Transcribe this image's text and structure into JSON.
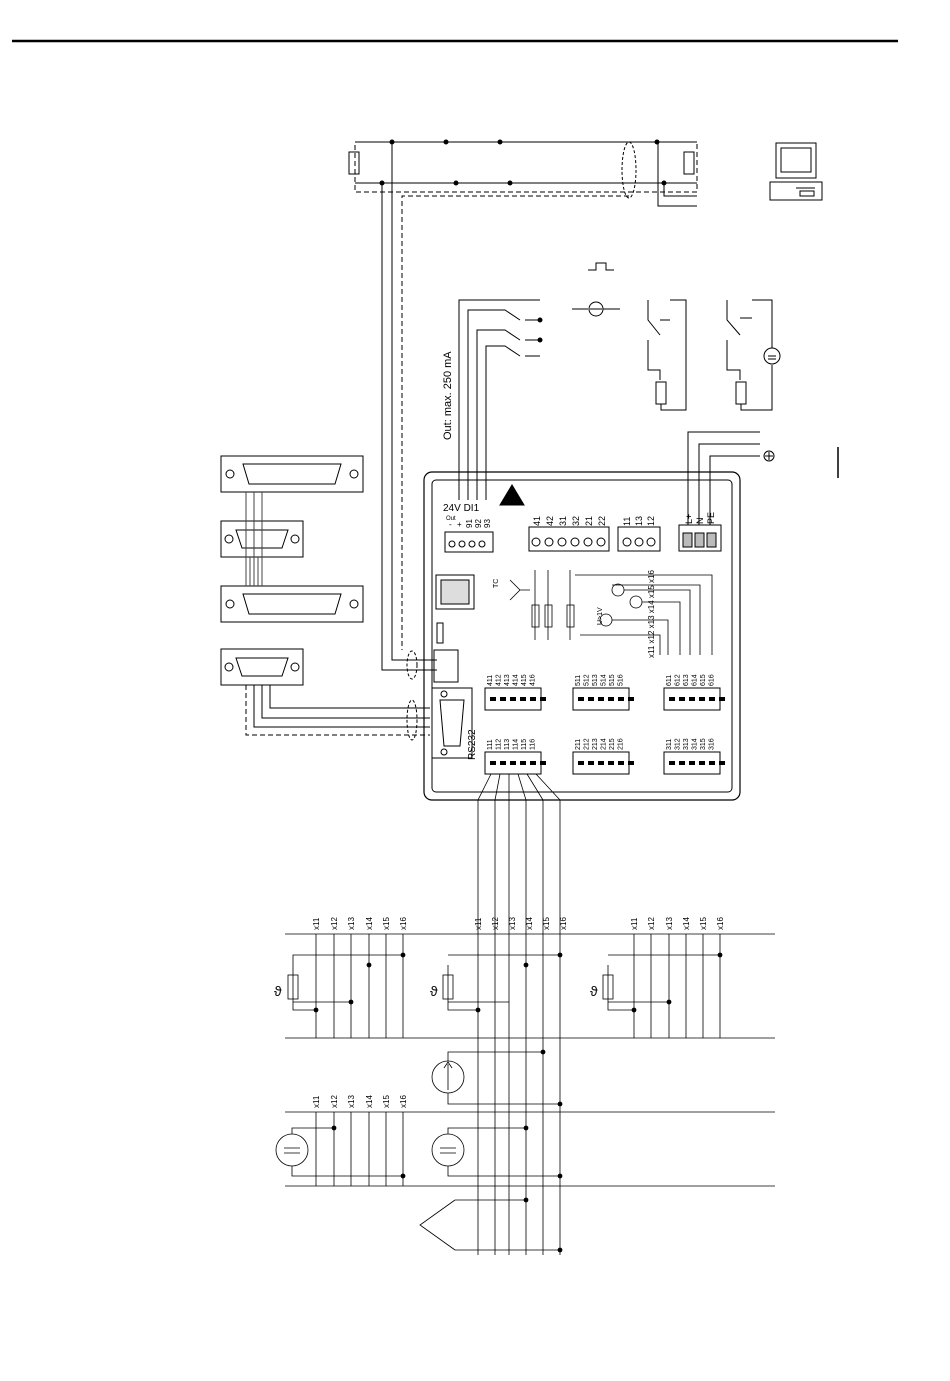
{
  "device": {
    "terminal_24v_label": "24V DI1",
    "out_label": "Out",
    "out_minus": "-",
    "out_plus": "+",
    "di_terminals": [
      "91",
      "92",
      "93"
    ],
    "out_rating": "Out: max. 250 mA",
    "relay_terminals": [
      "41",
      "42",
      "31",
      "32",
      "21",
      "22"
    ],
    "relay2_terminals": [
      "11",
      "13",
      "12"
    ],
    "power_terminals": [
      "L+",
      "N",
      "PE"
    ],
    "rs232_label": "RS232",
    "tc_label": "TC",
    "voltage_label": "U>1V",
    "x_terminal_row": "x11 x12 x13 x14 x15 x16"
  },
  "slots": [
    {
      "id": "slot-4",
      "terminals": [
        "411",
        "412",
        "413",
        "414",
        "415",
        "416"
      ]
    },
    {
      "id": "slot-5",
      "terminals": [
        "511",
        "512",
        "513",
        "514",
        "515",
        "516"
      ]
    },
    {
      "id": "slot-6",
      "terminals": [
        "611",
        "612",
        "613",
        "614",
        "615",
        "616"
      ]
    },
    {
      "id": "slot-1",
      "terminals": [
        "111",
        "112",
        "113",
        "114",
        "115",
        "116"
      ]
    },
    {
      "id": "slot-2",
      "terminals": [
        "211",
        "212",
        "213",
        "214",
        "215",
        "216"
      ]
    },
    {
      "id": "slot-3",
      "terminals": [
        "311",
        "312",
        "313",
        "314",
        "315",
        "316"
      ]
    }
  ],
  "wiring": {
    "x_terminals": [
      "x11",
      "x12",
      "x13",
      "x14",
      "x15",
      "x16"
    ],
    "rtd_symbol": "ϑ"
  }
}
